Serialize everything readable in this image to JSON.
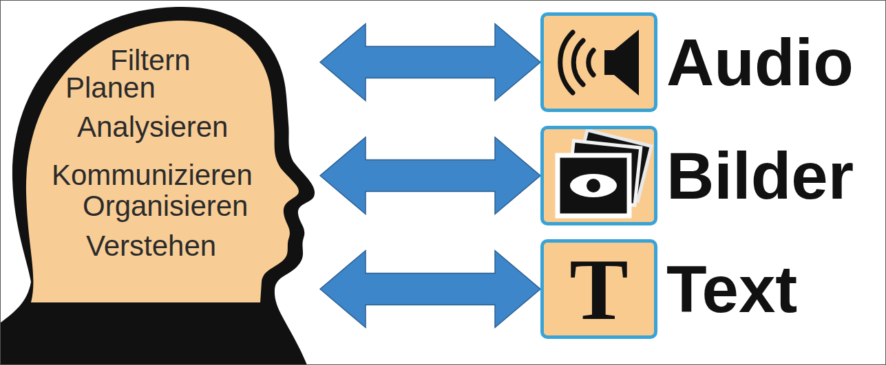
{
  "diagram": {
    "nodes": [
      {
        "text": [
          "Filtern",
          "Planen",
          "Analysieren",
          "Kommunizieren",
          "Organisieren",
          "Verstehen"
        ]
      },
      {
        "text": [
          "Audio"
        ]
      },
      {
        "text": [
          "Bilder"
        ]
      },
      {
        "text": [
          "T",
          "Text"
        ]
      }
    ],
    "edges": [
      {
        "from": 0,
        "to": 1,
        "arrow": "both"
      },
      {
        "from": 0,
        "to": 2,
        "arrow": "both"
      },
      {
        "from": 0,
        "to": 3,
        "arrow": "both"
      }
    ]
  }
}
